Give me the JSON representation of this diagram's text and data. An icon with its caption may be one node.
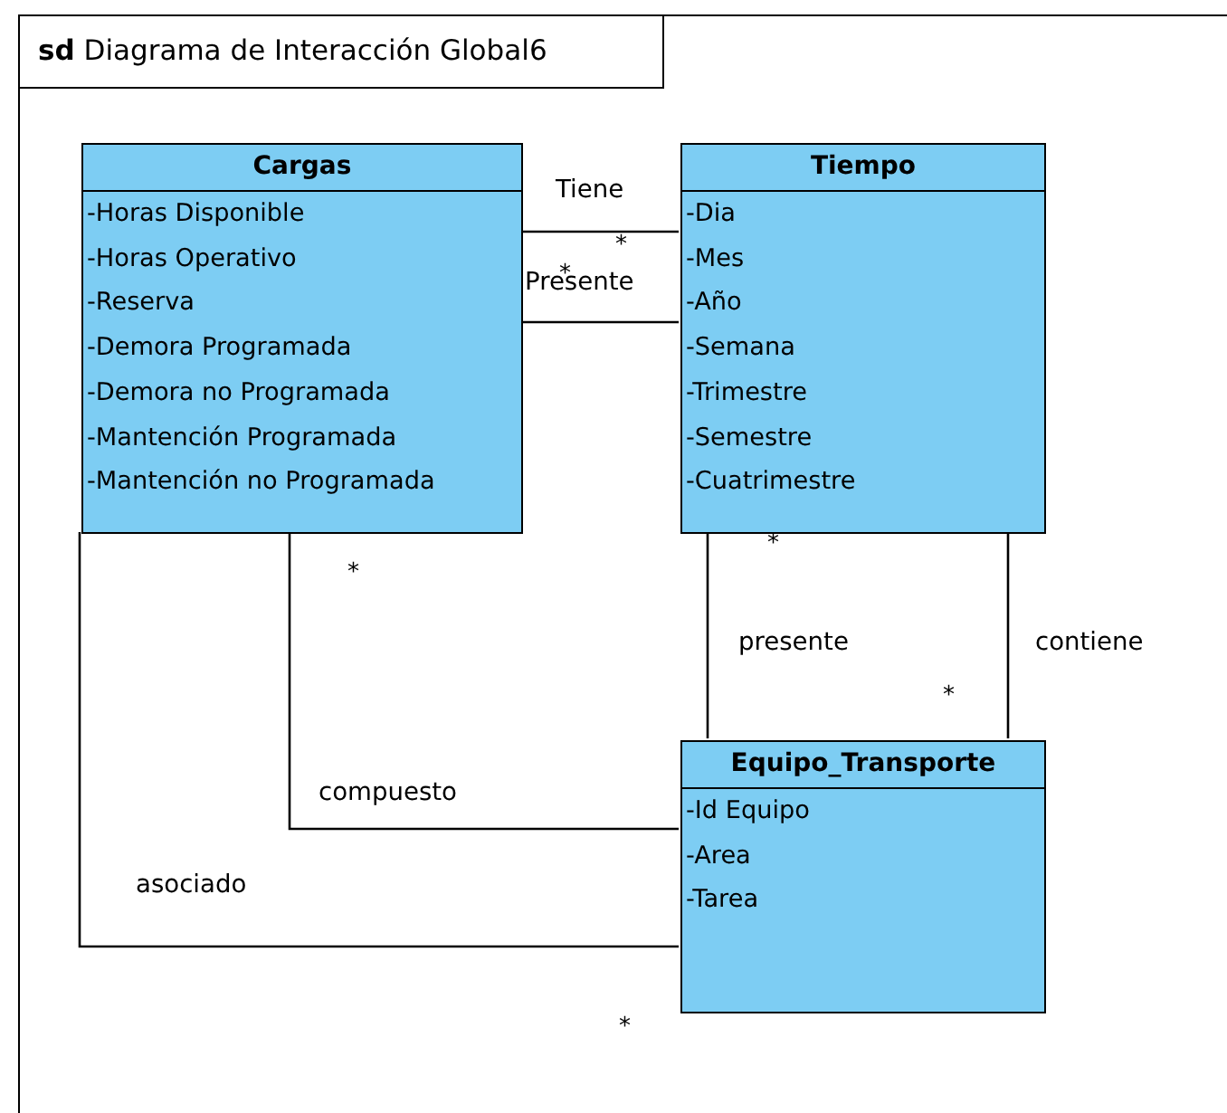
{
  "diagram": {
    "nodes": [
      {
        "text": [
          "**sd** Diagrama de Interacción Global6"
        ]
      },
      {
        "text": [
          "Cargas",
          "-Horas Disponible",
          "-Horas Operativo",
          "-Reserva",
          "-Demora Programada",
          "-Demora no Programada",
          "-Mantención Programada",
          "-Mantención no Programada"
        ],
        "in": 0
      },
      {
        "text": [
          "Tiempo",
          "-Dia",
          "-Mes",
          "-Año",
          "-Semana",
          "-Trimestre",
          "-Semestre",
          "-Cuatrimestre"
        ],
        "in": 0
      },
      {
        "text": [
          "Equipo_Transporte",
          "-Id Equipo",
          "-Area",
          "-Tarea"
        ],
        "in": 0
      }
    ],
    "edges": [
      {
        "from": 1,
        "to": 2,
        "arrow": "none",
        "label": "Tiene"
      },
      {
        "from": 1,
        "to": 2,
        "arrow": "none",
        "label": "Presente"
      },
      {
        "from": 1,
        "to": 3,
        "arrow": "none",
        "label": "compuesto"
      },
      {
        "from": 1,
        "to": 3,
        "arrow": "none",
        "label": "asociado"
      },
      {
        "from": 2,
        "to": 3,
        "arrow": "none",
        "label": "presente"
      },
      {
        "from": 2,
        "to": 3,
        "arrow": "none",
        "label": "contiene"
      }
    ],
    "labels": [
      "*",
      "*",
      "*",
      "*",
      "*",
      "*"
    ]
  }
}
